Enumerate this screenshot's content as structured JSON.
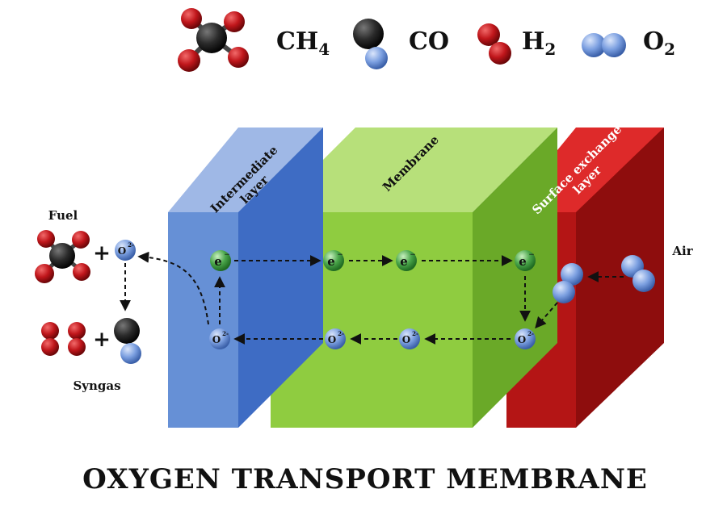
{
  "legend": {
    "ch4": {
      "label": "CH",
      "sub": "4",
      "icon": "methane-molecule-icon"
    },
    "co": {
      "label": "CO",
      "sub": "",
      "icon": "carbon-monoxide-molecule-icon"
    },
    "h2": {
      "label": "H",
      "sub": "2",
      "icon": "hydrogen-molecule-icon"
    },
    "o2": {
      "label": "O",
      "sub": "2",
      "icon": "oxygen-molecule-icon"
    }
  },
  "layers": {
    "intermediate": {
      "line1": "Intermediate",
      "line2": "layer",
      "color": "#5b86d0"
    },
    "membrane": {
      "label": "Membrane",
      "color": "#8ccb3c"
    },
    "surface": {
      "line1": "Surface exchange",
      "line2": "layer",
      "color": "#b81414"
    }
  },
  "labels": {
    "fuel": "Fuel",
    "syngas": "Syngas",
    "air": "Air",
    "plus": "+"
  },
  "species": {
    "electron": "e",
    "electron_charge": "−",
    "oxide": "O",
    "oxide_charge": "2-"
  },
  "title": "OXYGEN TRANSPORT MEMBRANE",
  "colors": {
    "carbon": "#2b2b2b",
    "oxygen_red": "#c0161b",
    "oxygen_blue": "#6f95d6",
    "electron_green": "#3fa23f"
  }
}
